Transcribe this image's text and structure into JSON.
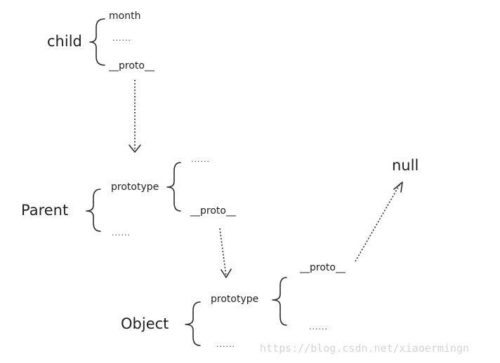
{
  "nodes": {
    "child": {
      "label": "child",
      "members": [
        "month",
        "......",
        "__proto__"
      ]
    },
    "parent": {
      "label": "Parent",
      "members": [
        "prototype",
        "......"
      ],
      "prototype_members": [
        "......",
        "__proto__"
      ]
    },
    "object": {
      "label": "Object",
      "members": [
        "prototype",
        "......"
      ],
      "prototype_members": [
        "__proto__",
        "......"
      ]
    },
    "null_node": {
      "label": "null"
    }
  },
  "watermark": "https://blog.csdn.net/xiaoermingn",
  "colors": {
    "text": "#222222",
    "watermark": "#d4d4d4",
    "stroke": "#2b2b2b"
  }
}
